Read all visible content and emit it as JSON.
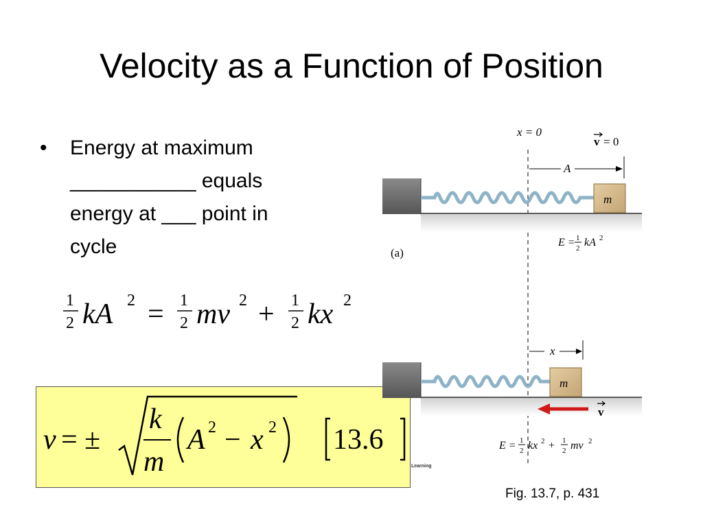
{
  "slide": {
    "title": "Velocity as a Function of Position",
    "bullet": {
      "glyph": "•",
      "line1": "Energy at maximum",
      "line2": "___________ equals",
      "line3": "energy at ___ point in",
      "line4": "cycle"
    },
    "equation1": {
      "half": "1",
      "two": "2",
      "kA": "kA",
      "sq": "2",
      "equals": "=",
      "mv": "mv",
      "plus": "+",
      "kx": "kx"
    },
    "equation2": {
      "v": "v",
      "equals_pm": "= ±",
      "k": "k",
      "m": "m",
      "A": "A",
      "sq": "2",
      "minus": "−",
      "x": "x",
      "ref": "13.6"
    },
    "colors": {
      "highlight_box": "#ffff99",
      "spring": "#8eb3c6",
      "block": "#d4b98c",
      "arrow": "#d01818"
    }
  },
  "figure": {
    "x_eq_0": "x = 0",
    "v_zero": "= 0",
    "v_symbol": "v",
    "amplitude": "A",
    "mass": "m",
    "panel_label": "(a)",
    "energy_top": "E = ",
    "energy_top_tail": "kA",
    "x_label": "x",
    "energy_bottom": "E = ",
    "energy_bottom_kx": "kx",
    "energy_bottom_mv": "mv",
    "plus": "+",
    "credit": "Learning",
    "caption": "Fig. 13.7, p. 431"
  }
}
